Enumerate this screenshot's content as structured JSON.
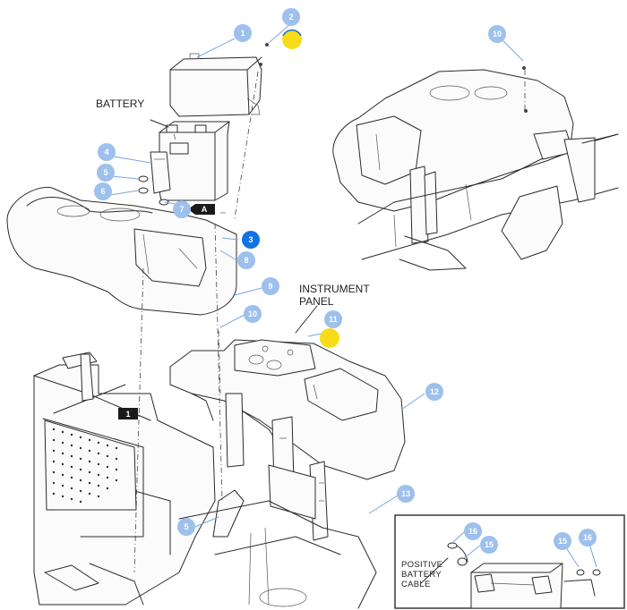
{
  "labels": {
    "battery": "BATTERY",
    "instrument_panel_line1": "INSTRUMENT",
    "instrument_panel_line2": "PANEL",
    "positive_cable_line1": "POSITIVE",
    "positive_cable_line2": "BATTERY",
    "positive_cable_line3": "CABLE"
  },
  "tags": {
    "tag_a": "A",
    "tag_1": "1"
  },
  "callouts": {
    "c1": "1",
    "c2": "2",
    "c3": "3",
    "c4": "4",
    "c5": "5",
    "c6": "6",
    "c7": "7",
    "c8": "8",
    "c9": "9",
    "c10a": "10",
    "c10b": "10",
    "c11": "11",
    "c12": "12",
    "c13": "13",
    "c5b": "5",
    "c16a": "16",
    "c15a": "15",
    "c15b": "15",
    "c16b": "16"
  },
  "colors": {
    "bubble": "#9dc0ec",
    "bubble_highlight": "#1272e6",
    "marker": "#f7dd19",
    "line": "#2b2b2b"
  }
}
